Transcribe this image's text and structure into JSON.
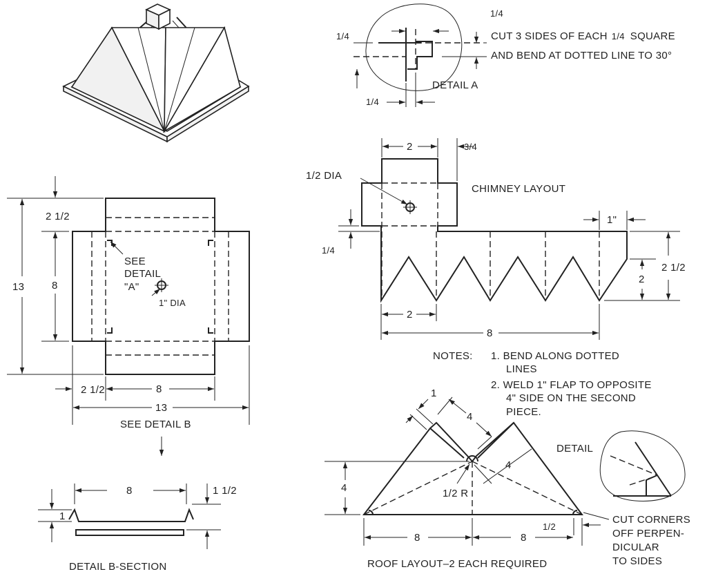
{
  "detail_a": {
    "dim_quarter": "1/4",
    "line1_prefix": "CUT 3 SIDES OF EACH",
    "line1_suffix": "SQUARE",
    "line2": "AND BEND AT DOTTED LINE TO 30°",
    "title": "DETAIL A"
  },
  "base_layout": {
    "dim_2half": "2 1/2",
    "dim_13": "13",
    "dim_8": "8",
    "see_detail_1": "SEE",
    "see_detail_2": "DETAIL",
    "see_detail_3": "\"A\"",
    "hole": "1\" DIA",
    "caption": "SEE DETAIL B"
  },
  "chimney": {
    "title": "CHIMNEY LAYOUT",
    "dim_2": "2",
    "dim_3_4": "3/4",
    "hole": "1/2 DIA",
    "dim_1in": "1\"",
    "dim_1_4": "1/4",
    "dim_2half": "2 1/2",
    "dim_8": "8"
  },
  "notes": {
    "label": "NOTES:",
    "n1a": "1.  BEND ALONG DOTTED",
    "n1b": "LINES",
    "n2a": "2.  WELD 1\" FLAP TO OPPOSITE",
    "n2b": "4\" SIDE ON THE SECOND",
    "n2c": "PIECE."
  },
  "detail_b": {
    "dim_8": "8",
    "dim_1": "1",
    "dim_1half": "1 1/2",
    "title": "DETAIL B-SECTION"
  },
  "roof": {
    "dim_1": "1",
    "dim_4": "4",
    "dim_half_r": "1/2 R",
    "dim_8": "8",
    "dim_half": "1/2",
    "detail": "DETAIL",
    "cut1": "CUT CORNERS",
    "cut2": "OFF PERPEN-",
    "cut3": "DICULAR",
    "cut4": "TO SIDES",
    "title": "ROOF LAYOUT–2 EACH REQUIRED"
  }
}
